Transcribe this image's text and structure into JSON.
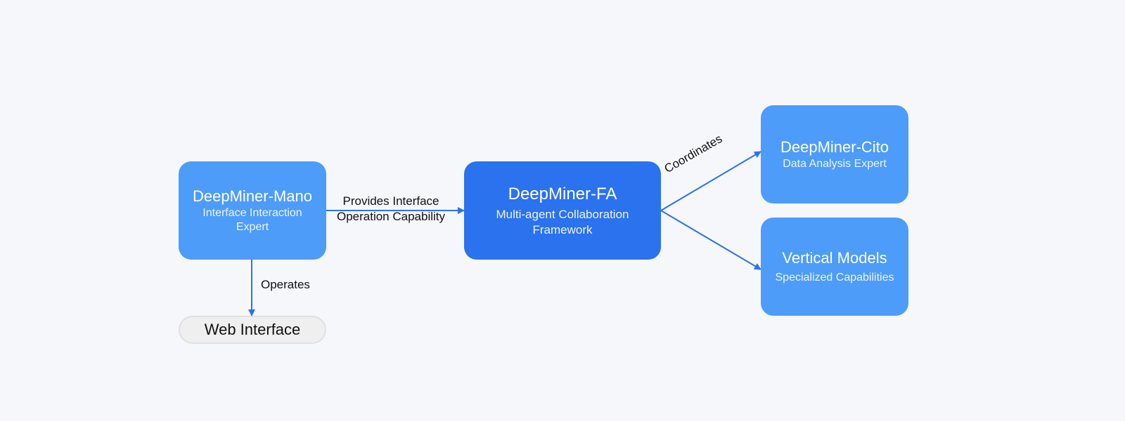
{
  "diagram": {
    "nodes": {
      "mano": {
        "title": "DeepMiner-Mano",
        "subtitle": "Interface Interaction Expert"
      },
      "fa": {
        "title": "DeepMiner-FA",
        "subtitle": "Multi-agent Collaboration Framework"
      },
      "cito": {
        "title": "DeepMiner-Cito",
        "subtitle": "Data Analysis Expert"
      },
      "vertical": {
        "title": "Vertical Models",
        "subtitle": "Specialized Capabilities"
      },
      "web": {
        "title": "Web Interface"
      }
    },
    "edges": {
      "mano_to_fa": "Provides Interface Operation Capability",
      "mano_to_web": "Operates",
      "fa_to_specialists": "Coordinates"
    },
    "colors": {
      "node": "#4d9cfa",
      "framework": "#2b72ef",
      "arrow": "#2b72ef",
      "background": "#f5f7fa"
    }
  }
}
